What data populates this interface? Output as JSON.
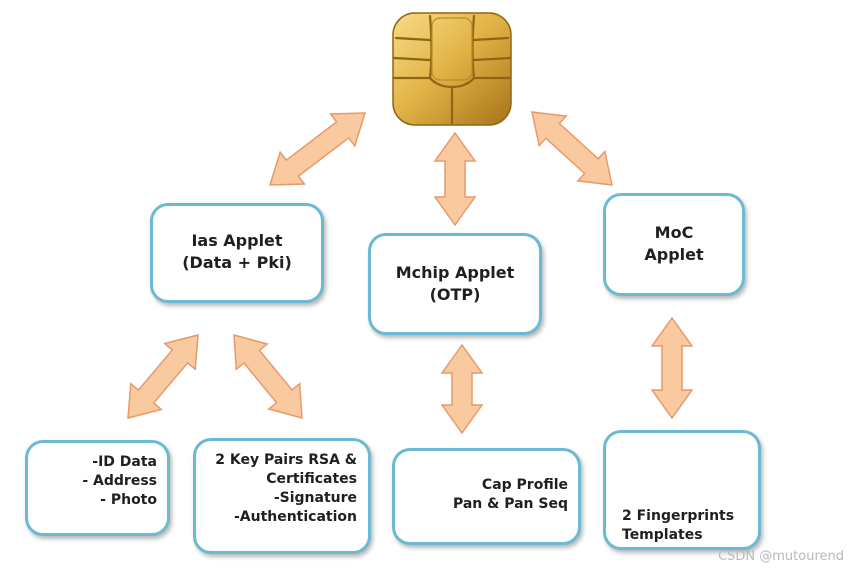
{
  "nodes": {
    "ias": {
      "line1": "Ias Applet",
      "line2": "(Data + Pki)"
    },
    "mchip": {
      "line1": "Mchip Applet",
      "line2": "(OTP)"
    },
    "moc": {
      "line1": "MoC",
      "line2": "Applet"
    },
    "id_data": {
      "line1": "-ID Data",
      "line2": "- Address",
      "line3": "- Photo"
    },
    "key_pairs": {
      "line1": "2 Key Pairs RSA &",
      "line2": "Certificates",
      "line3": "-Signature",
      "line4": "-Authentication"
    },
    "cap_profile": {
      "line1": "Cap Profile",
      "line2": "Pan & Pan Seq"
    },
    "fingerprints": {
      "line1": "2 Fingerprints",
      "line2": "Templates"
    }
  },
  "icons": [
    "smart-card-chip-icon",
    "person-silhouette-icon",
    "padlock-icon",
    "card-reader-icon",
    "fingerprint-sensor-icon"
  ],
  "colors": {
    "border": "#6cb9d4",
    "arrow_fill": "#f9c9a0",
    "arrow_stroke": "#e8996b",
    "chip_gold": "#d9a531"
  },
  "watermark": "CSDN @mutourend"
}
